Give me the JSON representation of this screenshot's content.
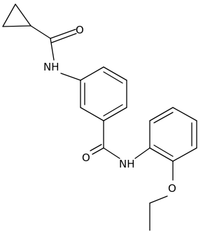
{
  "molecule": {
    "atoms": {
      "carbonyl_oxygen_top": "O",
      "amide_nitrogen_top": "NH",
      "carbonyl_oxygen_middle": "O",
      "amide_nitrogen_middle": "NH",
      "ether_oxygen": "O"
    }
  }
}
